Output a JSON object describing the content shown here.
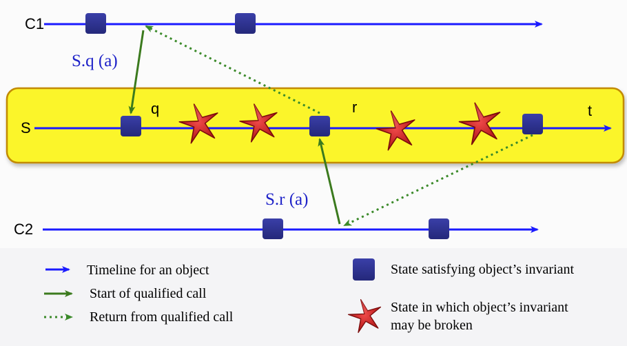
{
  "timelines": {
    "c1": {
      "label": "C1"
    },
    "s": {
      "label": "S"
    },
    "c2": {
      "label": "C2"
    }
  },
  "state_labels": {
    "q": "q",
    "r": "r",
    "t": "t"
  },
  "calls": {
    "sq": {
      "label": "S.q (a)"
    },
    "sr": {
      "label": "S.r (a)"
    }
  },
  "legend": {
    "timeline": "Timeline for an object",
    "start_call": "Start of qualified call",
    "return_call": "Return from qualified call",
    "invariant_ok": "State satisfying object’s invariant",
    "invariant_broken_line1": "State in which object’s invariant",
    "invariant_broken_line2": "may be broken"
  },
  "colors": {
    "timeline": "#1a1aff",
    "state_square": "#2b2f8f",
    "qualified_call": "#3b7a1e",
    "return_call": "#3b8a2a",
    "broken_star": "#cc1e1e",
    "object_box_fill": "#fbf52a",
    "object_box_stroke": "#c28a00",
    "call_label": "#1e22c8"
  }
}
